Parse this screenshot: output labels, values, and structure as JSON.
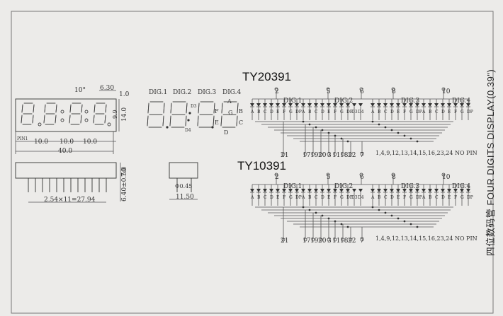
{
  "titles": {
    "top_model": "TY20391",
    "bottom_model": "TY10391"
  },
  "side_label": "四位数码管 FOUR DIGITS DISPLAY(0.39\")",
  "front_view": {
    "dim_angle": "10°",
    "dim_top": "6.30",
    "dim_side": "1.0",
    "dim_height_a": "9.9",
    "dim_height_b": "14.0",
    "dim_pitch": [
      "10.0",
      "10.0",
      "10.0"
    ],
    "dim_width": "40.0",
    "pin1_mark": "PIN1"
  },
  "side_view": {
    "dim_body": "7.0",
    "dim_pin": "6.40±0.50",
    "dim_span": "2.54×11=27.94"
  },
  "end_view": {
    "dim_pin_dia": "Φ0.45",
    "dim_width": "11.50"
  },
  "digit_view": {
    "labels": [
      "DIG.1",
      "DIG.2",
      "DIG.3",
      "DIG.4"
    ],
    "seg_labels": [
      "A",
      "B",
      "C",
      "D",
      "E",
      "F",
      "G"
    ],
    "d3": "D3",
    "d4": "D4"
  },
  "circuit": {
    "top_pins": [
      "2",
      "5",
      "6",
      "8",
      "10"
    ],
    "digit_labels": [
      "DIG.1",
      "DIG.2",
      "DIG.3",
      "DIG.4"
    ],
    "seg_letters": [
      "A",
      "B",
      "C",
      "D",
      "E",
      "F",
      "G",
      "DP"
    ],
    "seg_mid": [
      "D3",
      "D4"
    ],
    "bottom_pins": [
      "21",
      "17",
      "19",
      "20",
      "3",
      "11",
      "18",
      "22",
      "7"
    ],
    "no_pin": "1,4,9,12,13,14,15,16,23,24   NO PIN"
  }
}
